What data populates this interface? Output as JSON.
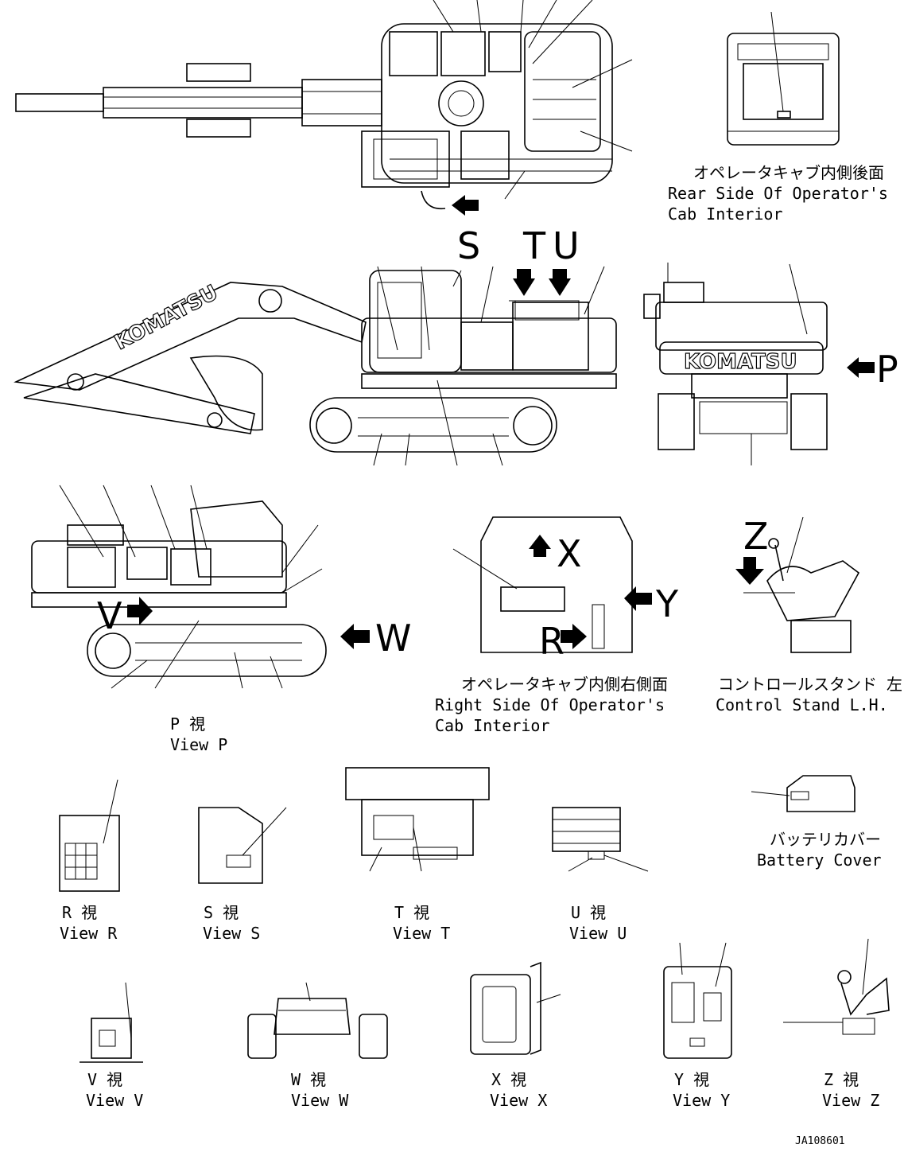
{
  "labels": {
    "rear_jp": "オペレータキャブ内側後面",
    "rear_en1": "Rear Side Of Operator's",
    "rear_en2": "Cab Interior",
    "right_jp": "オペレータキャブ内側右側面",
    "right_en1": "Right Side Of Operator's",
    "right_en2": "Cab Interior",
    "control_jp": "コントロールスタンド 左",
    "control_en": "Control Stand L.H.",
    "battery_jp": "バッテリカバー",
    "battery_en": "Battery Cover",
    "p_jp": "P 視",
    "p_en": "View P",
    "r_jp": "R 視",
    "r_en": "View R",
    "s_jp": "S 視",
    "s_en": "View S",
    "t_jp": "T 視",
    "t_en": "View T",
    "u_jp": "U 視",
    "u_en": "View U",
    "v_jp": "V 視",
    "v_en": "View V",
    "w_jp": "W 視",
    "w_en": "View W",
    "x_jp": "X 視",
    "x_en": "View X",
    "y_jp": "Y 視",
    "y_en": "View Y",
    "z_jp": "Z 視",
    "z_en": "View Z"
  },
  "view_letters": {
    "s": "S",
    "t": "T",
    "u": "U",
    "p": "P",
    "v": "V",
    "w": "W",
    "x": "X",
    "y": "Y",
    "r": "R",
    "z": "Z"
  },
  "brand": "KOMATSU",
  "drawing_code": "JA108601"
}
